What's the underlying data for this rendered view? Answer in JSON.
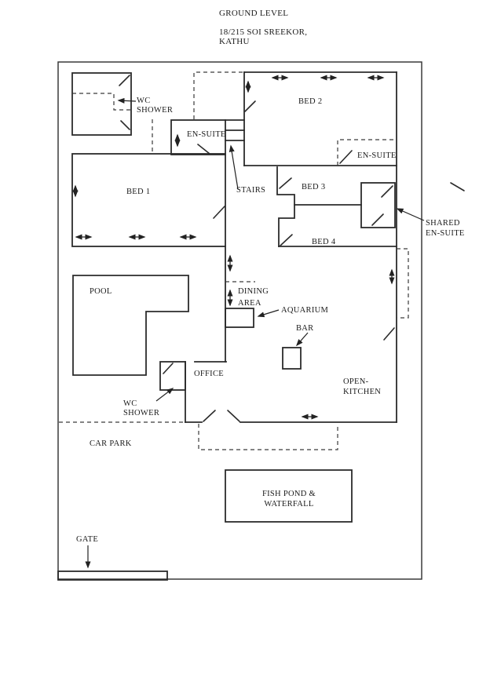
{
  "header": {
    "title": "GROUND LEVEL",
    "address_line1": "18/215 SOI SREEKOR,",
    "address_line2": "KATHU"
  },
  "labels": {
    "wc_shower_top_1": "WC",
    "wc_shower_top_2": "SHOWER",
    "ensuite_bed1": "EN-SUITE",
    "stairs": "STAIRS",
    "bed1": "BED 1",
    "bed2": "BED 2",
    "bed3": "BED 3",
    "bed4": "BED 4",
    "ensuite_bed2": "EN-SUITE",
    "shared_ensuite_1": "SHARED",
    "shared_ensuite_2": "EN-SUITE",
    "pool": "POOL",
    "dining_1": "DINING",
    "dining_2": "AREA",
    "aquarium": "AQUARIUM",
    "bar": "BAR",
    "office": "OFFICE",
    "open_kitchen_1": "OPEN-",
    "open_kitchen_2": "KITCHEN",
    "wc_shower_bottom_1": "WC",
    "wc_shower_bottom_2": "SHOWER",
    "car_park": "CAR PARK",
    "fish_pond_1": "FISH POND &",
    "fish_pond_2": "WATERFALL",
    "gate": "GATE"
  },
  "colors": {
    "ink": "#2b2b2b",
    "background": "#ffffff"
  }
}
